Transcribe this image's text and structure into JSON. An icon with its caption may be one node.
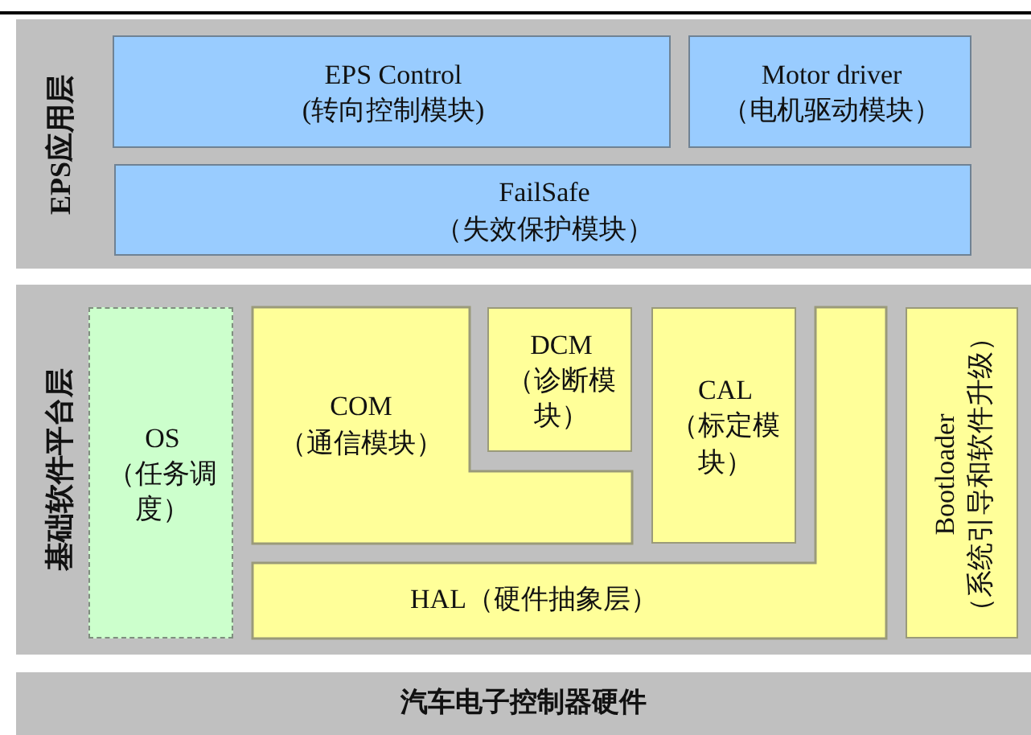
{
  "diagram": {
    "nodes": [
      {
        "text": [
          "EPS应用层"
        ]
      },
      {
        "text": [
          "EPS Control",
          "(转向控制模块)"
        ],
        "in": 0
      },
      {
        "text": [
          "Motor driver",
          "（电机驱动模块）"
        ],
        "in": 0
      },
      {
        "text": [
          "FailSafe",
          "（失效保护模块）"
        ],
        "in": 0
      },
      {
        "text": [
          "基础软件平台层"
        ]
      },
      {
        "text": [
          "OS",
          "（任务调度）"
        ],
        "in": 4
      },
      {
        "text": [
          "COM",
          "（通信模块）"
        ],
        "in": 4
      },
      {
        "text": [
          "DCM",
          "（诊断模块）"
        ],
        "in": 4
      },
      {
        "text": [
          "CAL",
          "（标定模块）"
        ],
        "in": 4
      },
      {
        "text": [
          "HAL（硬件抽象层）"
        ],
        "in": 4
      },
      {
        "text": [
          "Bootloader",
          "（系统引导和软件升级）"
        ],
        "in": 4
      },
      {
        "text": [
          "汽车电子控制器硬件"
        ]
      }
    ]
  }
}
